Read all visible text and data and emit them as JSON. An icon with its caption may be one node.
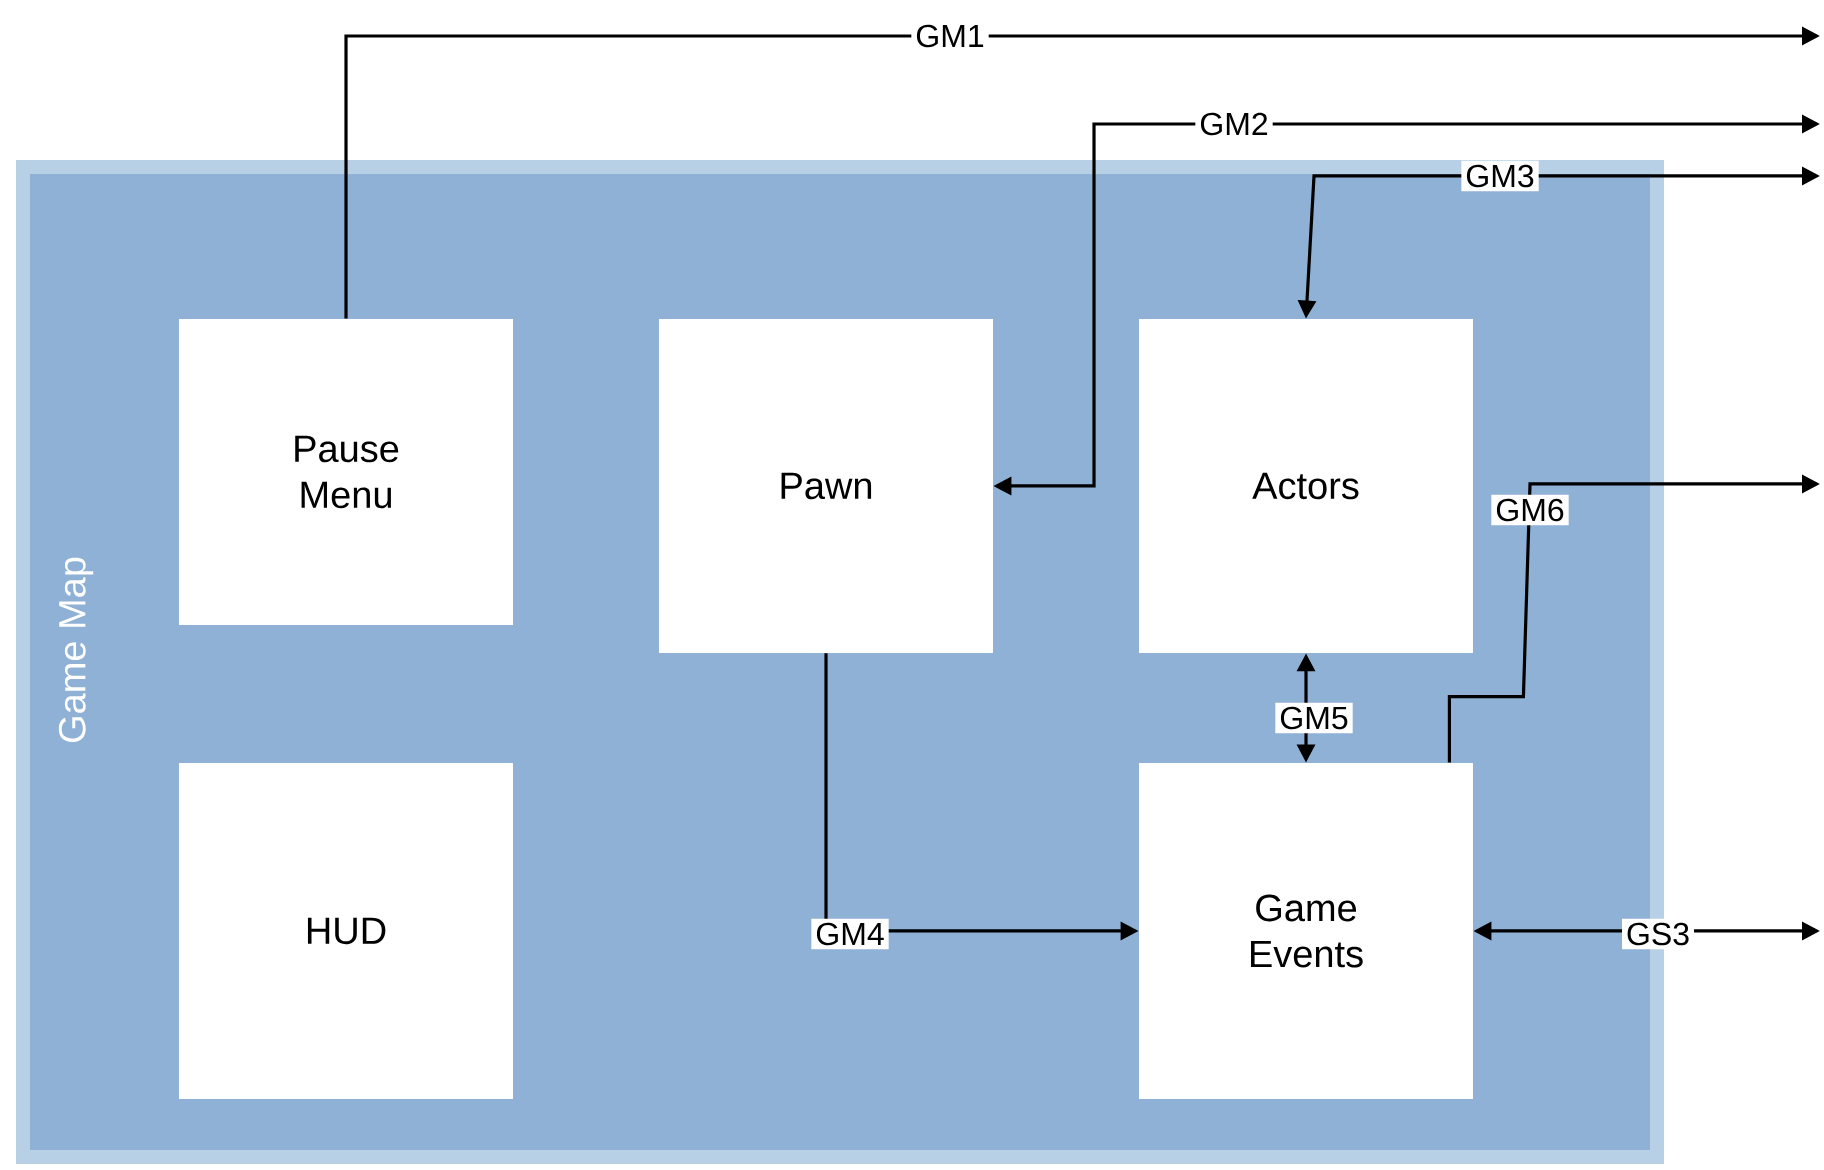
{
  "diagram": {
    "nodes": [
      {
        "text": [
          "Game Map"
        ]
      },
      {
        "text": [
          "Pause Menu"
        ],
        "in": 0
      },
      {
        "text": [
          "HUD"
        ],
        "in": 0
      },
      {
        "text": [
          "Pawn"
        ],
        "in": 0
      },
      {
        "text": [
          "Actors"
        ],
        "in": 0
      },
      {
        "text": [
          "Game Events"
        ],
        "in": 0
      }
    ],
    "edges": [
      {
        "from": 1,
        "to": null,
        "arrow": "to",
        "label": "GM1"
      },
      {
        "from": null,
        "to": 3,
        "arrow": "both",
        "label": "GM2"
      },
      {
        "from": null,
        "to": 4,
        "arrow": "both",
        "label": "GM3"
      },
      {
        "from": 3,
        "to": 5,
        "arrow": "to",
        "label": "GM4"
      },
      {
        "from": 4,
        "to": 5,
        "arrow": "both",
        "label": "GM5"
      },
      {
        "from": 5,
        "to": null,
        "arrow": "to",
        "label": "GM6"
      },
      {
        "from": 5,
        "to": null,
        "arrow": "both",
        "label": "GS3"
      }
    ]
  }
}
